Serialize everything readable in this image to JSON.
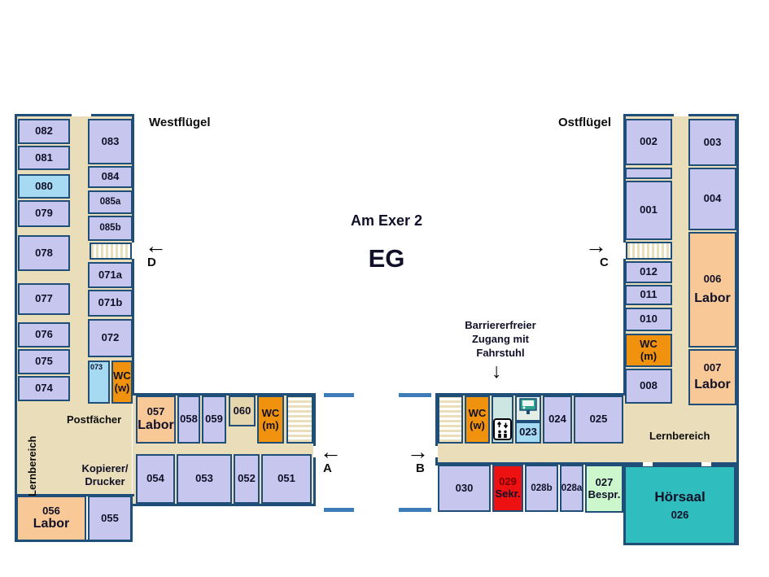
{
  "header": {
    "title": "Am Exer 2",
    "floor": "EG"
  },
  "wings": {
    "west": "Westflügel",
    "east": "Ostflügel"
  },
  "areas": {
    "lernbereich_west": "Lernbereich",
    "lernbereich_east": "Lernbereich",
    "postfaecher": "Postfächer",
    "kopierer_line1": "Kopierer/",
    "kopierer_line2": "Drucker"
  },
  "labels": {
    "labor": "Labor",
    "wc": "WC",
    "wc_w": "(w)",
    "wc_m": "(m)",
    "sekr": "Sekr.",
    "bespr": "Bespr.",
    "hoersaal": "Hörsaal"
  },
  "note": {
    "line1": "Barriererfreier",
    "line2": "Zugang mit",
    "line3": "Fahrstuhl"
  },
  "entrances": {
    "a": "A",
    "b": "B",
    "c": "C",
    "d": "D"
  },
  "arrows": {
    "left": "←",
    "right": "→",
    "down": "↓"
  },
  "rooms": {
    "082": "082",
    "081": "081",
    "080": "080",
    "079": "079",
    "078": "078",
    "077": "077",
    "076": "076",
    "075": "075",
    "074": "074",
    "083": "083",
    "084": "084",
    "085a": "085a",
    "085b": "085b",
    "071a": "071a",
    "071b": "071b",
    "072": "072",
    "073": "073",
    "057": "057",
    "058": "058",
    "059": "059",
    "060": "060",
    "054": "054",
    "053": "053",
    "052": "052",
    "051": "051",
    "056": "056",
    "055": "055",
    "030": "030",
    "029": "029",
    "028b": "028b",
    "028a": "028a",
    "027": "027",
    "026": "026",
    "025": "025",
    "024": "024",
    "023": "023",
    "002": "002",
    "001": "001",
    "012": "012",
    "011": "011",
    "010": "010",
    "008": "008",
    "003": "003",
    "004": "004",
    "006": "006",
    "007": "007"
  },
  "icons": {
    "elevator": "elevator-icon",
    "info_board": "info-board-icon"
  },
  "colors": {
    "wall": "#1f4e79",
    "room": "#c6c6ee",
    "room_highlight": "#a6d9f2",
    "wc": "#f0920e",
    "labor": "#f8c896",
    "corridor": "#e9ddba",
    "sekretariat": "#ee1111",
    "besprechung": "#ccf7cc",
    "hoersaal": "#2fbdbd",
    "dash_wall": "#3c7cb8",
    "elevator_lobby": "#cde6e2",
    "room_beige": "#e5d6ad"
  }
}
